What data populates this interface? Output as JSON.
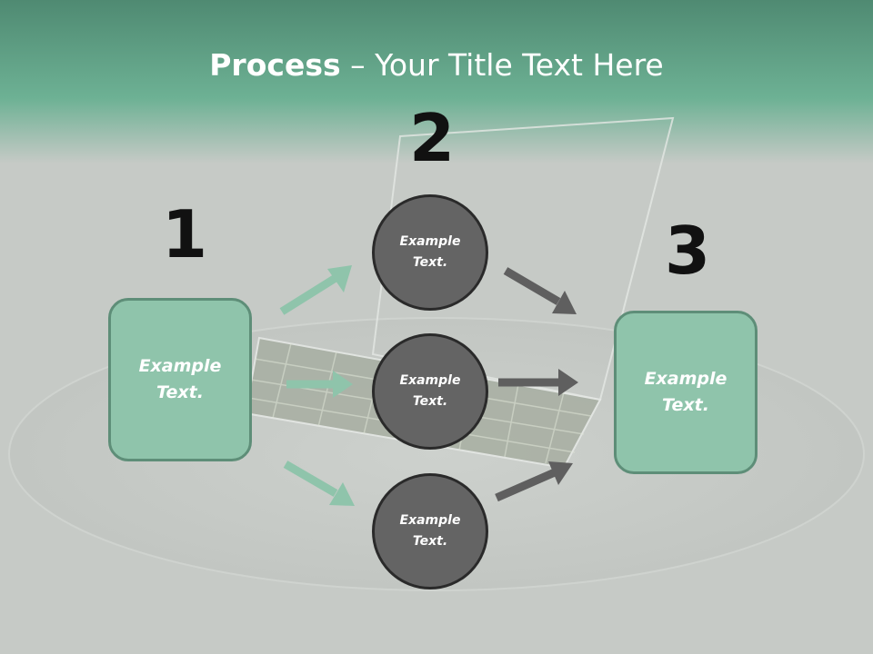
{
  "title": {
    "bold": "Process",
    "rest": " – Your Title Text Here"
  },
  "numbers": [
    "1",
    "2",
    "3"
  ],
  "left_box": {
    "text": "Example Text."
  },
  "right_box": {
    "text": "Example Text."
  },
  "circles": [
    {
      "text": "Example Text."
    },
    {
      "text": "Example Text."
    },
    {
      "text": "Example Text."
    }
  ],
  "colors": {
    "accent_green": "#8fc4ab",
    "header_green": "#5e9c82",
    "circle_gray": "#646464",
    "arrow_gray": "#5f5f5f"
  }
}
